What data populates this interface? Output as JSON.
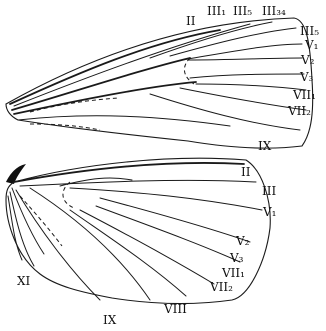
{
  "forewing": {
    "labels": {
      "II": "II",
      "III1": "III₁",
      "III2": "III₅",
      "III34": "III₃₄",
      "III5": "III₅",
      "V1": "V₁",
      "V2": "V₂",
      "V3": "V₃",
      "VII1": "VII₁",
      "VII2": "VII₂",
      "IX": "IX"
    }
  },
  "hindwing": {
    "labels": {
      "II": "II",
      "III": "III",
      "V1": "V₁",
      "V2": "V₂",
      "V3": "V₃",
      "VII1": "VII₁",
      "VII2": "VII₂",
      "VIII": "VIII",
      "IX": "IX",
      "XI": "XI"
    }
  }
}
